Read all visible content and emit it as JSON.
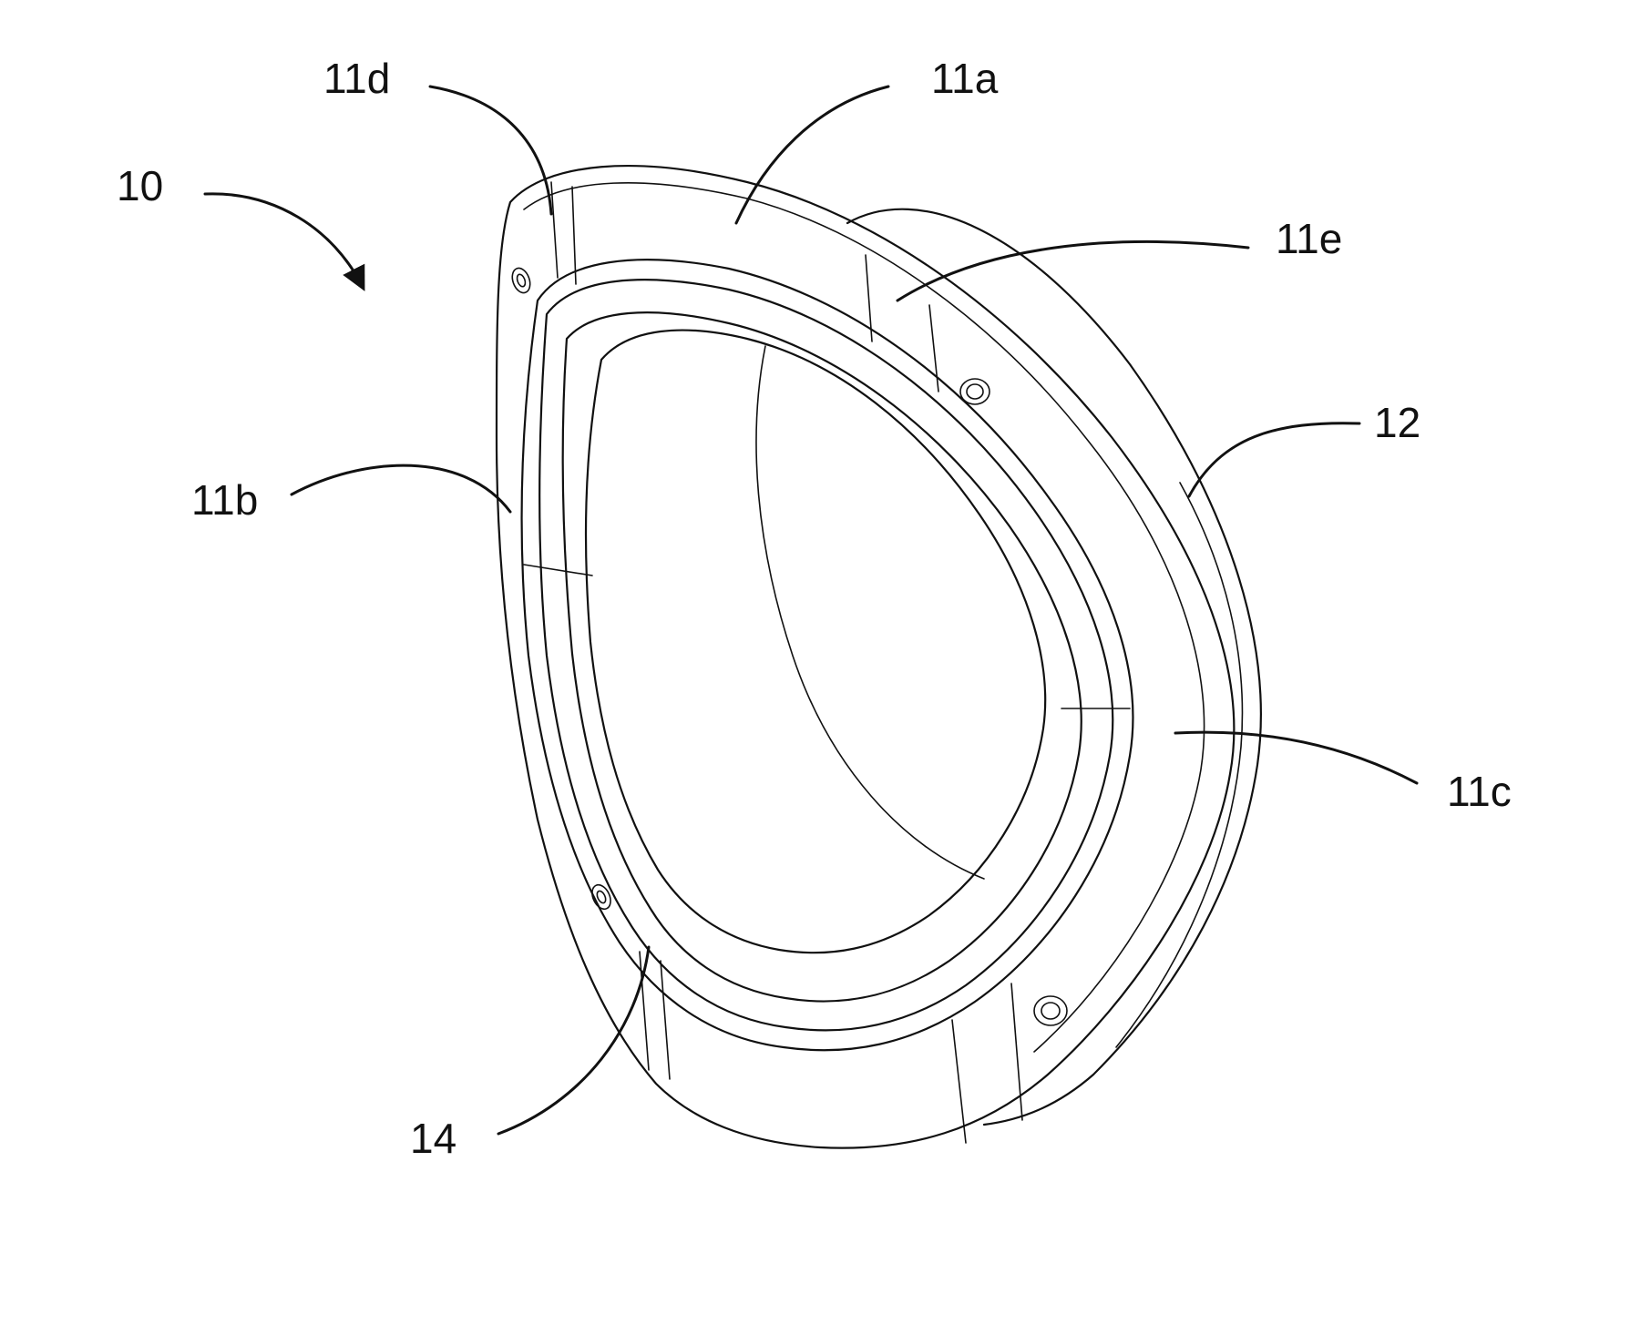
{
  "figure": {
    "labels": {
      "assembly": "10",
      "segment_a": "11a",
      "segment_b": "11b",
      "segment_c": "11c",
      "segment_d": "11d",
      "segment_e": "11e",
      "housing": "12",
      "joint": "14"
    },
    "stroke_color": "#111111",
    "background_color": "#ffffff"
  }
}
